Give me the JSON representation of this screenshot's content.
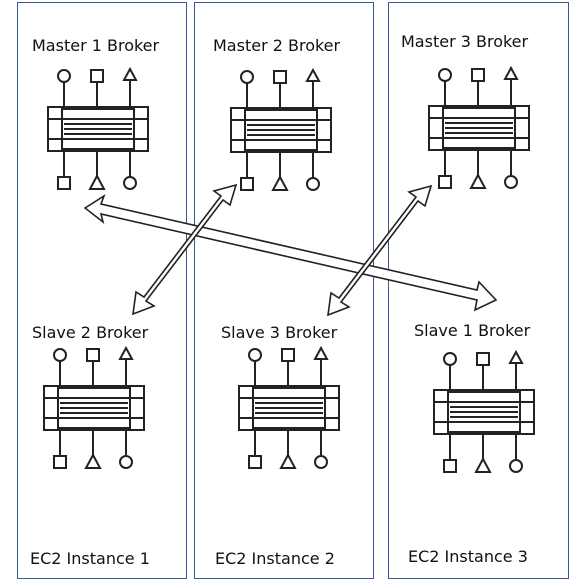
{
  "columns": [
    {
      "instance_label": "EC2 Instance 1",
      "top_broker": "Master 1 Broker",
      "bottom_broker": "Slave 2 Broker"
    },
    {
      "instance_label": "EC2 Instance 2",
      "top_broker": "Master 2 Broker",
      "bottom_broker": "Slave 3 Broker"
    },
    {
      "instance_label": "EC2 Instance 3",
      "top_broker": "Master 3 Broker",
      "bottom_broker": "Slave 1 Broker"
    }
  ],
  "replication_links": [
    {
      "from": "Master 1 Broker",
      "to": "Slave 1 Broker"
    },
    {
      "from": "Master 2 Broker",
      "to": "Slave 2 Broker"
    },
    {
      "from": "Master 3 Broker",
      "to": "Slave 3 Broker"
    }
  ],
  "colors": {
    "column_border": "#3b5998",
    "lines": "#222222"
  }
}
